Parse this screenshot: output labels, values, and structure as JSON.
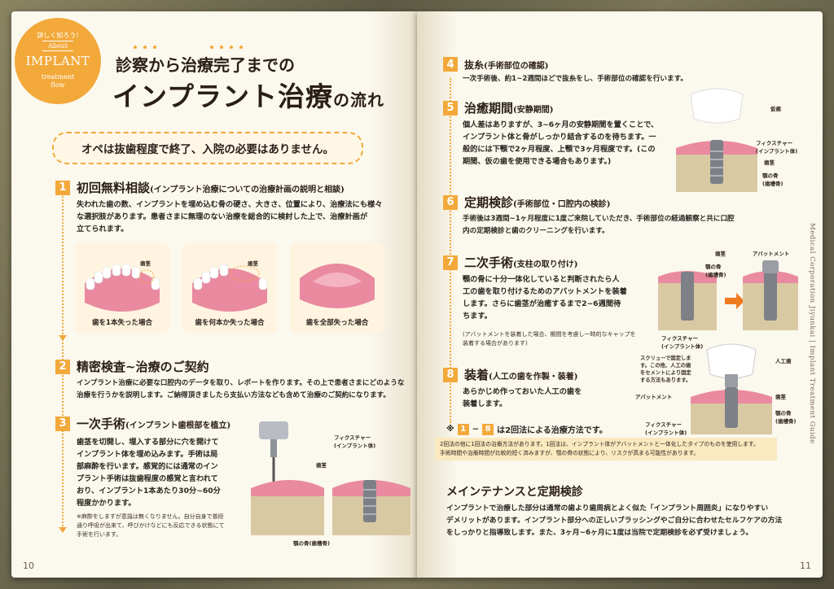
{
  "badge": {
    "line1": "詳しく知ろう!",
    "line2": "About",
    "line3": "IMPLANT",
    "line4a": "treatment",
    "line4b": "flow"
  },
  "title": {
    "line1": "診察から治療完了までの",
    "line2_main": "インプラント治療",
    "line2_tail": "の流れ"
  },
  "banner": "オペは抜歯程度で終了、入院の必要はありません。",
  "steps": [
    {
      "num": "1",
      "title": "初回無料相談",
      "sub": "(インプラント治療についての治療計画の説明と相談)",
      "text": [
        "失われた歯の数、インプラントを埋め込む骨の硬さ、大きさ、位置により、治療法にも様々",
        "な選択肢があります。患者さまに無理のない治療を総合的に検討した上で、治療計画が",
        "立てられます。"
      ]
    },
    {
      "num": "2",
      "title": "精密検査~治療のご契約",
      "sub": "",
      "text": [
        "インプラント治療に必要な口腔内のデータを取り、レポートを作ります。その上で患者さまにどのような",
        "治療を行うかを説明します。ご納得頂きましたら支払い方法なども含めて治療のご契約になります。"
      ]
    },
    {
      "num": "3",
      "title": "一次手術",
      "sub": "(インプラント歯根部を植立)",
      "text": [
        "歯茎を切開し、埋入する部分に穴を開けて",
        "インプラント体を埋め込みます。手術は局",
        "部麻酔を行います。感覚的には通常のイン",
        "プラント手術は抜歯程度の感覚と言われて",
        "おり、インプラント1本あたり30分~60分",
        "程度かかります。"
      ],
      "note": [
        "※麻酔をしますが意識は無くなりません。自分自身で普段",
        "通り呼吸が出来て、呼びかけなどにも反応できる状態にて",
        "手術を行います。"
      ]
    },
    {
      "num": "4",
      "title": "抜糸",
      "sub": "(手術部位の確認)",
      "text": [
        "一次手術後、約1~2週間ほどで抜糸をし、手術部位の確認を行います。"
      ]
    },
    {
      "num": "5",
      "title": "治癒期間",
      "sub": "(安静期間)",
      "text": [
        "個人差はありますが、3~6ヶ月の安静期間を置くことで、",
        "インプラント体と骨がしっかり結合するのを待ちます。一",
        "般的には下顎で2ヶ月程度、上顎で3ヶ月程度です。(この",
        "期間、仮の歯を使用できる場合もあります。)"
      ]
    },
    {
      "num": "6",
      "title": "定期検診",
      "sub": "(手術部位・口腔内の検診)",
      "text": [
        "手術後は3週間~1ヶ月程度に1度ご来院していただき、手術部位の経過観察と共に口腔",
        "内の定期検診と歯のクリーニングを行います。"
      ]
    },
    {
      "num": "7",
      "title": "二次手術",
      "sub": "(支柱の取り付け)",
      "text": [
        "顎の骨に十分一体化していると判断されたら人",
        "工の歯を取り付けるためのアバットメントを装着",
        "します。さらに歯茎が治癒するまで2~6週間待",
        "ちます。"
      ],
      "note": [
        "(アバットメントを装着した場合、期間を考慮し一時的なキャップを",
        "装着する場合があります)"
      ]
    },
    {
      "num": "8",
      "title": "装着",
      "sub": "(人工の歯を作製・装着)",
      "text": [
        "あらかじめ作っておいた人工の歯を",
        "装着します。"
      ]
    }
  ],
  "cards": [
    "歯を1本失った場合",
    "歯を何本か失った場合",
    "歯を全部失った場合"
  ],
  "labels": {
    "gum": "歯茎",
    "fixture": "フィクスチャー",
    "fixture_sub": "(インプラント体)",
    "bone": "顎の骨(歯槽骨)",
    "temp_tooth": "仮歯",
    "bone_a": "顎の骨",
    "bone_b": "(歯槽骨)",
    "abutment": "アバットメント",
    "artificial": "人工歯",
    "screw": [
      "スクリューで固定しま",
      "す。この他、人工の歯",
      "をセメントにより固定",
      "する方法もあります。"
    ]
  },
  "two_stage": {
    "pre": "※",
    "n1": "1",
    "tilde": "~",
    "n8": "8",
    "post": "は2回法による治療方法です。"
  },
  "note_box": [
    "2回法の他に1回法の治療方法があります。1回法は、インプラント体がアバットメントと一体化したタイプのものを使用します。",
    "手術時間や治療時間が比較的短く済みますが、顎の骨の状態により、リスクが高まる可能性があります。"
  ],
  "maintenance": {
    "title": "メインテナンスと定期検診",
    "text": [
      "インプラントで治療した部分は通常の歯より歯周病とよく似た「インプラント周囲炎」になりやすい",
      "デメリットがあります。インプラント部分への正しいブラッシングやご自分に合わせたセルフケアの方法",
      "をしっかりと指導致します。また、3ヶ月~6ヶ月に1度は当院で定期検診を必ず受けましょう。"
    ]
  },
  "side_text": "Medical Corporation Jiyunkai  |  Implant Treatment Guide",
  "page_left": "10",
  "page_right": "11",
  "colors": {
    "accent": "#f2a93a",
    "gum": "#e98aa0",
    "bone": "#d9c9a3"
  }
}
